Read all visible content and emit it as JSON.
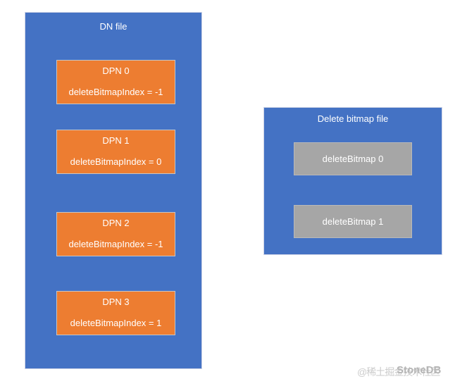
{
  "colors": {
    "container_blue": "#4472c4",
    "dpn_orange": "#ed7d31",
    "bitmap_gray": "#a6a6a6",
    "text_white": "#ffffff",
    "watermark_gray": "#c3c3c3",
    "page_background": "#ffffff"
  },
  "dn_file": {
    "title": "DN file",
    "blocks": [
      {
        "title": "DPN 0",
        "subtitle": "deleteBitmapIndex = -1"
      },
      {
        "title": "DPN 1",
        "subtitle": "deleteBitmapIndex = 0"
      },
      {
        "title": "DPN 2",
        "subtitle": "deleteBitmapIndex = -1"
      },
      {
        "title": "DPN 3",
        "subtitle": "deleteBitmapIndex = 1"
      }
    ]
  },
  "delete_bitmap_file": {
    "title": "Delete bitmap file",
    "blocks": [
      {
        "label": "deleteBitmap 0"
      },
      {
        "label": "deleteBitmap 1"
      }
    ]
  },
  "watermark": {
    "text_cn": "@稀土掘金技术社区",
    "text_en": "StoneDB"
  }
}
